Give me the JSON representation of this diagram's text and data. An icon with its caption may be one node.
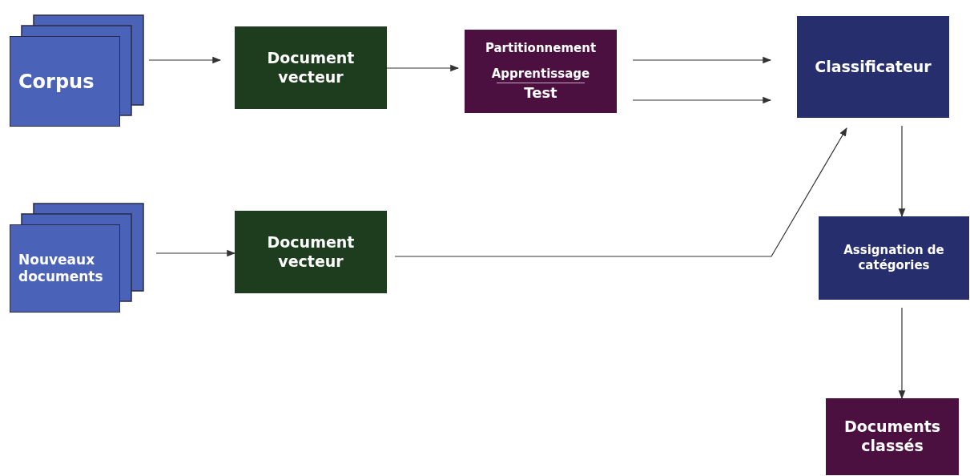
{
  "diagram": {
    "nodes": [
      {
        "text": [
          "Corpus"
        ]
      },
      {
        "text": [
          "Document vecteur"
        ]
      },
      {
        "text": [
          "Partitionnement",
          "Apprentissage",
          "Test"
        ]
      },
      {
        "text": [
          "Classificateur"
        ]
      },
      {
        "text": [
          "Nouveaux documents"
        ]
      },
      {
        "text": [
          "Document vecteur"
        ]
      },
      {
        "text": [
          "Assignation de catégories"
        ]
      },
      {
        "text": [
          "Documents classés"
        ]
      }
    ],
    "edges": [
      {
        "from": 0,
        "to": 1,
        "arrow": "to"
      },
      {
        "from": 1,
        "to": 2,
        "arrow": "to"
      },
      {
        "from": 2,
        "to": 3,
        "arrow": "to"
      },
      {
        "from": 2,
        "to": 3,
        "arrow": "to"
      },
      {
        "from": 4,
        "to": 5,
        "arrow": "to"
      },
      {
        "from": 5,
        "to": 3,
        "arrow": "to"
      },
      {
        "from": 3,
        "to": 6,
        "arrow": "to"
      },
      {
        "from": 6,
        "to": 7,
        "arrow": "to"
      }
    ]
  }
}
